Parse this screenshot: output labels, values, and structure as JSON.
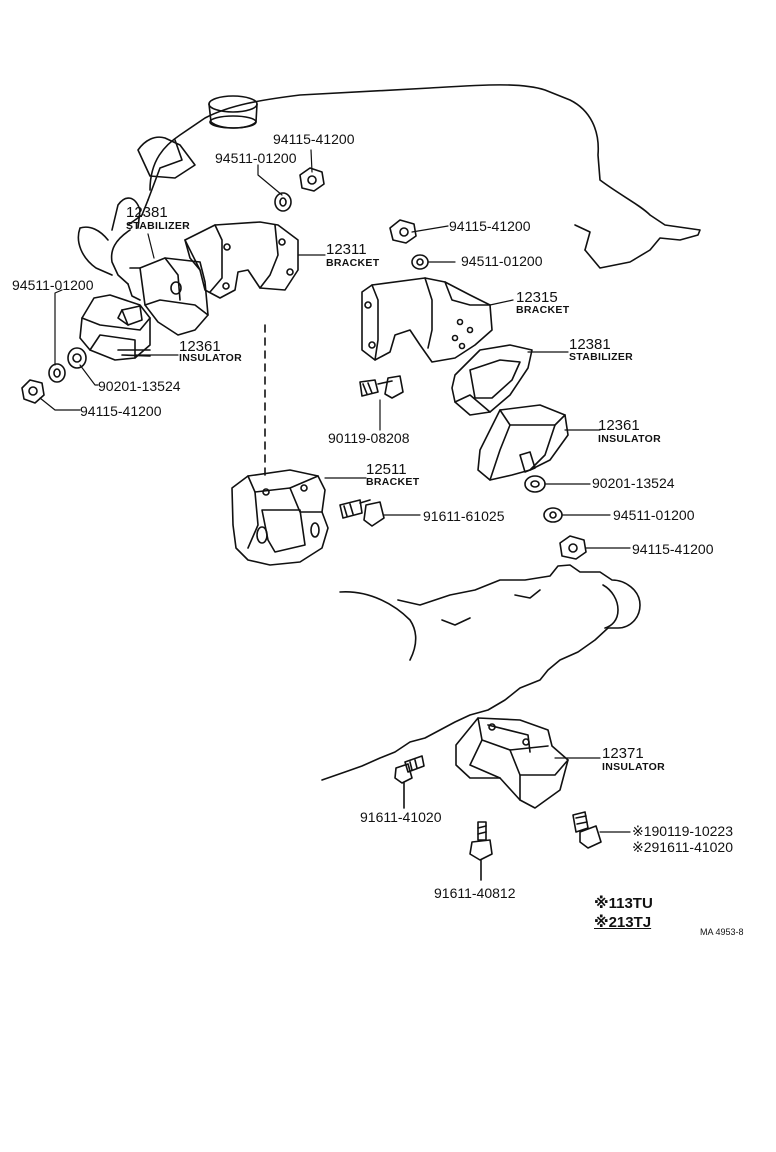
{
  "labels": {
    "p12381_top": {
      "number": "12381",
      "name": "STABILIZER"
    },
    "p12311": {
      "number": "12311",
      "name": "BRACKET"
    },
    "p12361_left": {
      "number": "12361",
      "name": "INSULATOR"
    },
    "p12315": {
      "number": "12315",
      "name": "BRACKET"
    },
    "p12381_right": {
      "number": "12381",
      "name": "STABILIZER"
    },
    "p12361_right": {
      "number": "12361",
      "name": "INSULATOR"
    },
    "p12511": {
      "number": "12511",
      "name": "BRACKET"
    },
    "p12371": {
      "number": "12371",
      "name": "INSULATOR"
    }
  },
  "part_numbers": {
    "nut_top": "94115-41200",
    "washer_top": "94511-01200",
    "washer_left": "94511-01200",
    "washer2_left": "90201-13524",
    "nut_left": "94115-41200",
    "nut_right_top": "94115-41200",
    "washer_right_top": "94511-01200",
    "bolt_90119": "90119-08208",
    "washer2_right": "90201-13524",
    "bolt_91611_61025": "91611-61025",
    "washer_right_bottom": "94511-01200",
    "nut_right_bottom": "94115-41200",
    "bolt_91611_41020": "91611-41020",
    "bolt_91611_40812": "91611-40812",
    "alt_1": "※190119-10223",
    "alt_2": "※291611-41020"
  },
  "notes": {
    "note1": "※113TU",
    "note2": "※213TJ",
    "code": "MA 4953-8"
  }
}
